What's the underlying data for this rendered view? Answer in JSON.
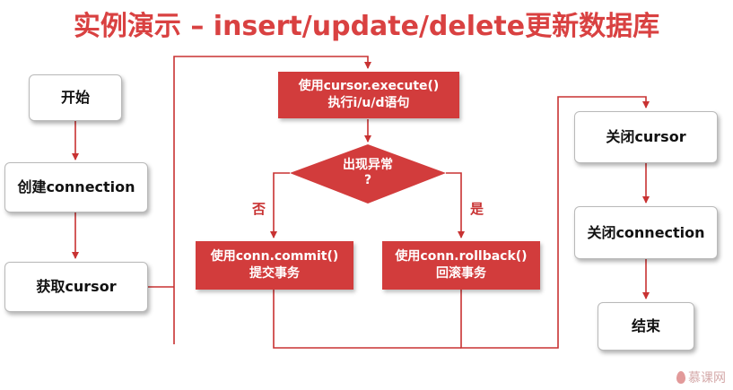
{
  "title": "实例演示 – insert/update/delete更新数据库",
  "nodes": {
    "start": "开始",
    "create_connection": "创建connection",
    "get_cursor": "获取cursor",
    "execute_line1": "使用cursor.execute()",
    "execute_line2": "执行i/u/d语句",
    "decision_line1": "出现异常",
    "decision_line2": "?",
    "commit_line1": "使用conn.commit()",
    "commit_line2": "提交事务",
    "rollback_line1": "使用conn.rollback()",
    "rollback_line2": "回滚事务",
    "close_cursor": "关闭cursor",
    "close_connection": "关闭connection",
    "end": "结束"
  },
  "labels": {
    "no": "否",
    "yes": "是"
  },
  "watermark": "慕课网",
  "colors": {
    "accent": "#d23c3c",
    "line": "#c83232"
  }
}
